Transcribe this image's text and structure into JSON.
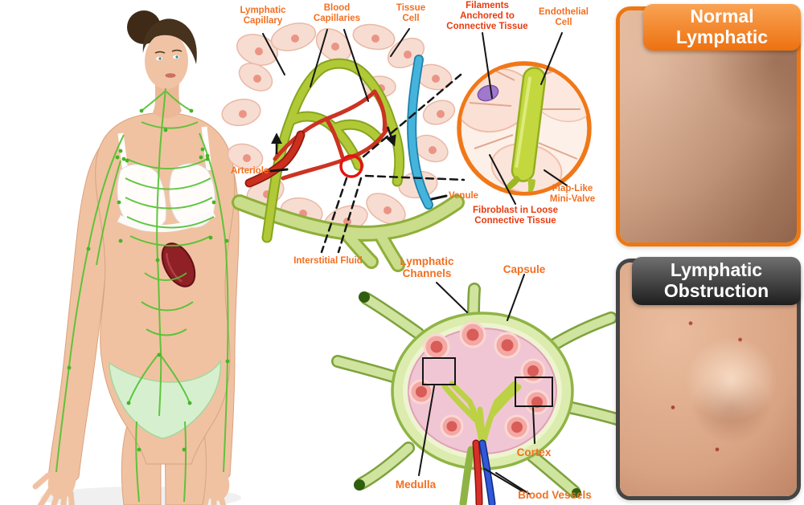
{
  "colors": {
    "label_orange": "#f36f21",
    "label_red": "#ea3a0f",
    "header_orange": "#ee7711",
    "header_dark": "#2b2b2b",
    "lymphatic_green": "#54c232"
  },
  "capillary_diagram": {
    "labels": {
      "lymphatic_capillary": "Lymphatic\nCapillary",
      "blood_capillaries": "Blood\nCapillaries",
      "tissue_cell": "Tissue\nCell",
      "filaments": "Filaments\nAnchored to\nConnective Tissue",
      "endothelial_cell": "Endothelial\nCell",
      "arteriole": "Arteriole",
      "venule": "Venule",
      "flap_like_mini_valve": "Flap-Like\nMini-Valve",
      "fibroblast": "Fibroblast in Loose\nConnective Tissue",
      "interstitial_fluid": "Interstitial Fluid"
    }
  },
  "lymph_node_diagram": {
    "labels": {
      "lymphatic_channels": "Lymphatic\nChannels",
      "capsule": "Capsule",
      "cortex": "Cortex",
      "medulla": "Medulla",
      "blood_vessels": "Blood Vessels"
    }
  },
  "comparison_panels": {
    "normal": {
      "title": "Normal\nLymphatic"
    },
    "obstruction": {
      "title": "Lymphatic\nObstruction"
    }
  }
}
